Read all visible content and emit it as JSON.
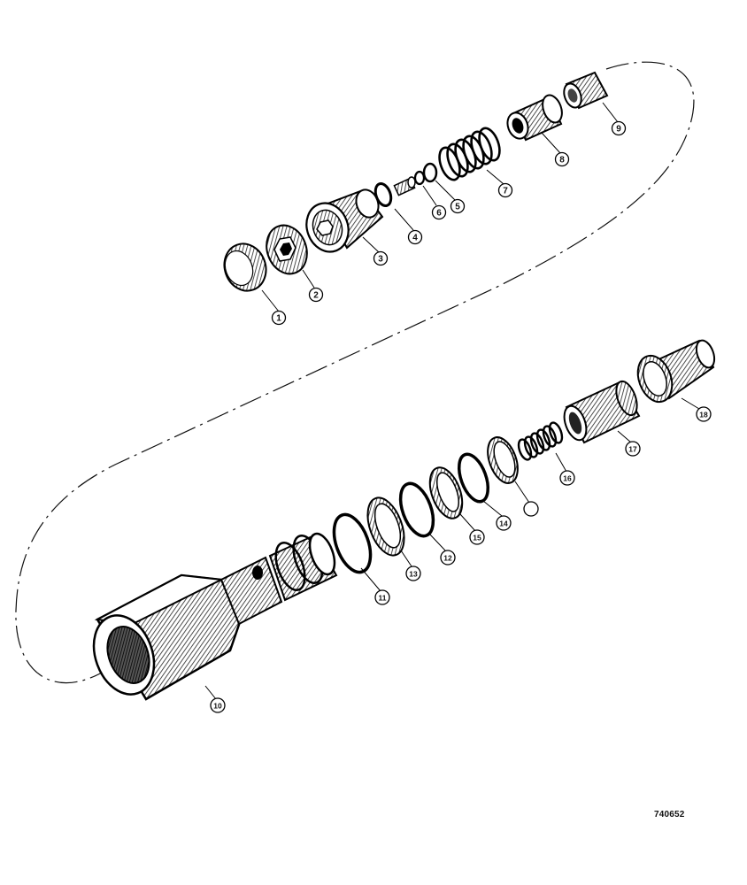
{
  "diagram": {
    "drawing_number": "740652",
    "callouts": [
      {
        "number": "1"
      },
      {
        "number": "2"
      },
      {
        "number": "3"
      },
      {
        "number": "4"
      },
      {
        "number": "5"
      },
      {
        "number": "6"
      },
      {
        "number": "7"
      },
      {
        "number": "8"
      },
      {
        "number": "9"
      },
      {
        "number": "10"
      },
      {
        "number": "11"
      },
      {
        "number": "12"
      },
      {
        "number": "13"
      },
      {
        "number": "14"
      },
      {
        "number": "15"
      },
      {
        "number": "16"
      },
      {
        "number": "17"
      },
      {
        "number": "18"
      }
    ]
  }
}
